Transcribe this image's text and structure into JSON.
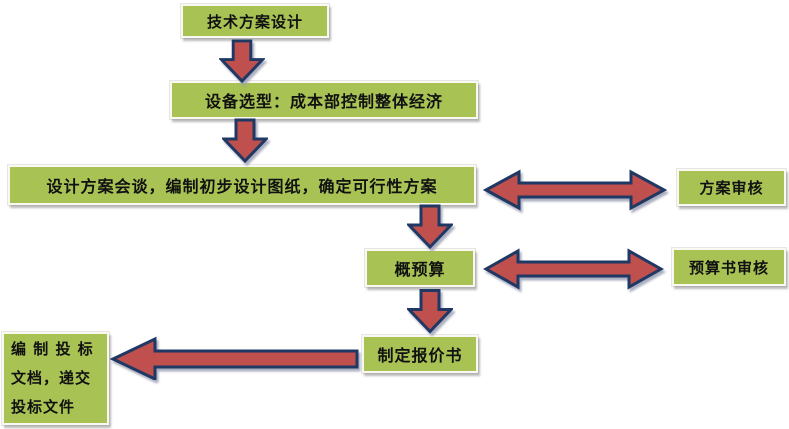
{
  "diagram": {
    "title": "technical-proposal-bidding-flowchart",
    "colors": {
      "background": "#ffffff",
      "box_fill": "#a8c254",
      "box_border": "#f9f9f1",
      "arrow_fill": "#c0504d",
      "arrow_stroke": "#1f3864"
    },
    "nodes": {
      "tech_design": {
        "label": "技术方案设计"
      },
      "equipment": {
        "label": "设备选型：成本部控制整体经济"
      },
      "design_meeting": {
        "label": "设计方案会谈，编制初步设计图纸，确定可行性方案"
      },
      "plan_review": {
        "label": "方案审核"
      },
      "budget": {
        "label": "概预算"
      },
      "budget_review": {
        "label": "预算书审核"
      },
      "quotation": {
        "label": "制定报价书"
      },
      "bid_doc": {
        "label": "编制投标文档，递交投标文件",
        "lines": {
          "0": "编 制 投 标",
          "1": "文档，递交",
          "2": "投标文件"
        }
      }
    },
    "edges": {
      "tech_to_equipment": "down-arrow",
      "equipment_to_design": "down-arrow",
      "design_to_plan_review": "double-arrow",
      "design_to_budget": "down-arrow",
      "budget_to_budget_review": "double-arrow",
      "budget_to_quotation": "down-arrow",
      "quotation_to_bid_doc": "left-arrow"
    }
  }
}
